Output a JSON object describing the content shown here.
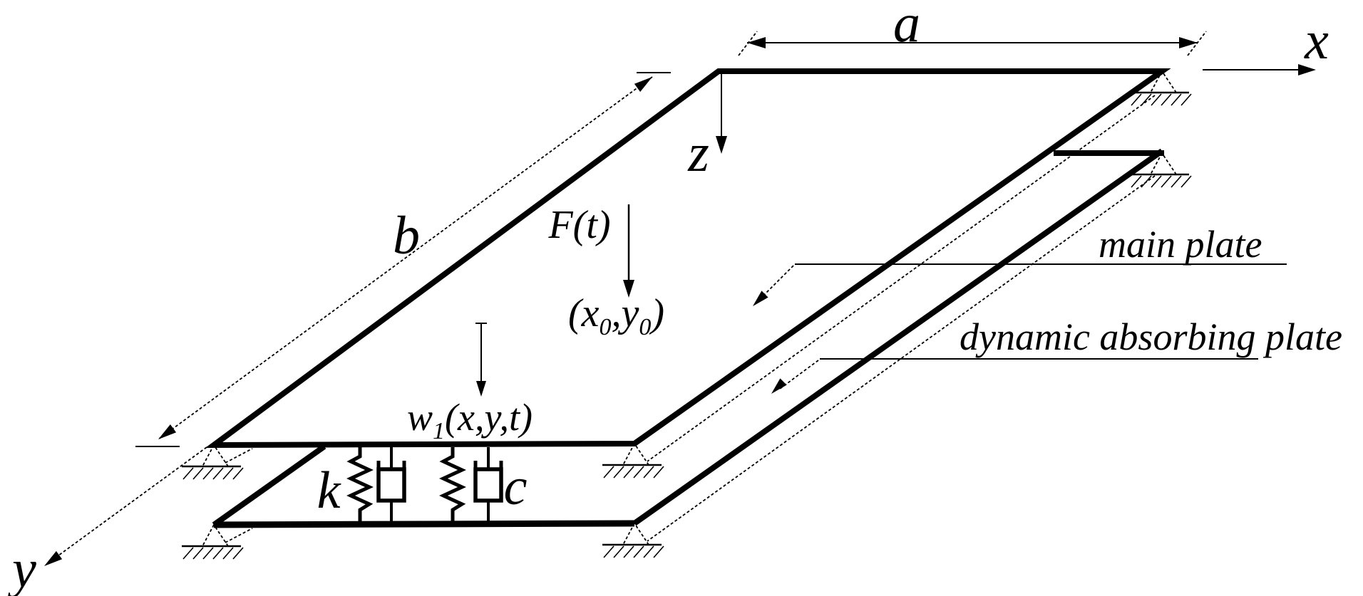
{
  "colors": {
    "ink": "#000000",
    "paper": "#ffffff"
  },
  "labels": {
    "dim_a": "a",
    "dim_b": "b",
    "axis_x": "x",
    "axis_y": "y",
    "axis_z": "z",
    "force": "F(t)",
    "force_point": {
      "open": "(x",
      "sub_x": "0",
      "mid": ",y",
      "sub_y": "0",
      "close": ")"
    },
    "deflection": {
      "base": "w",
      "sub": "1",
      "args": "(x,y,t)"
    },
    "stiffness": "k",
    "damping": "c",
    "plate_main": "main plate",
    "plate_absorber": "dynamic absorbing plate"
  }
}
